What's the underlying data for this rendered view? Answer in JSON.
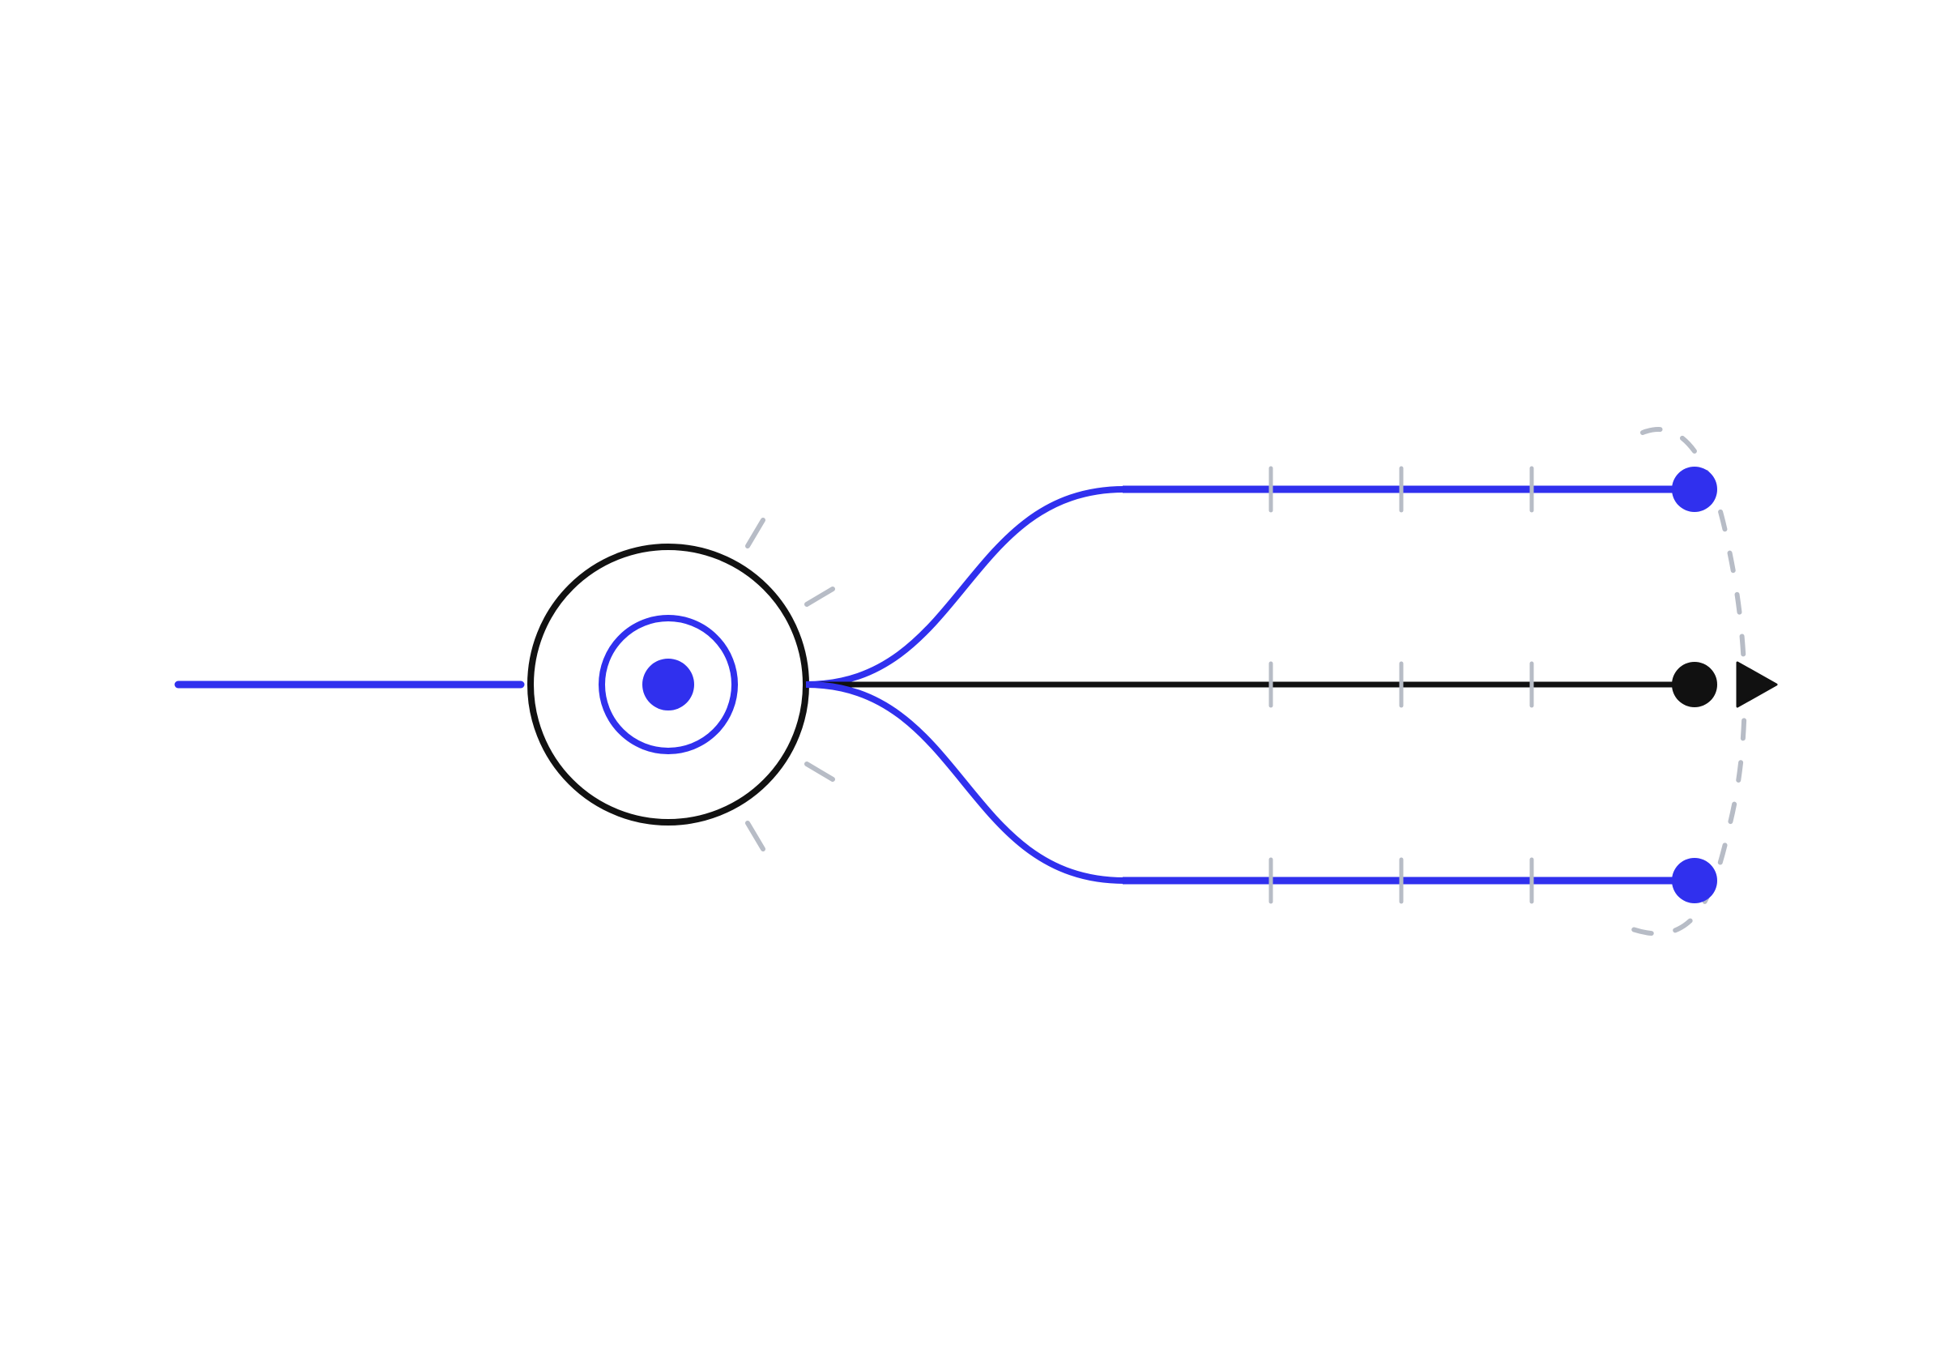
{
  "diagram": {
    "description_free": true,
    "colors": {
      "background": "#ffffff",
      "accent": "#3030ee",
      "dark": "#111111",
      "muted": "#b7bcc6"
    },
    "nodes": {
      "hub": {
        "shape": "circle",
        "stroke": "dark"
      },
      "core_ring": {
        "shape": "circle",
        "stroke": "accent"
      },
      "core_dot": {
        "shape": "dot",
        "fill": "accent"
      }
    },
    "branches": [
      {
        "id": "upper",
        "color": "accent",
        "path_style": "s-curve",
        "end": "dot"
      },
      {
        "id": "middle",
        "color": "dark",
        "path_style": "straight",
        "end": "dot-with-arrow"
      },
      {
        "id": "lower",
        "color": "accent",
        "path_style": "s-curve",
        "end": "dot"
      }
    ],
    "ticks_per_branch": 3,
    "icons": [
      "arrow-right-icon"
    ]
  }
}
